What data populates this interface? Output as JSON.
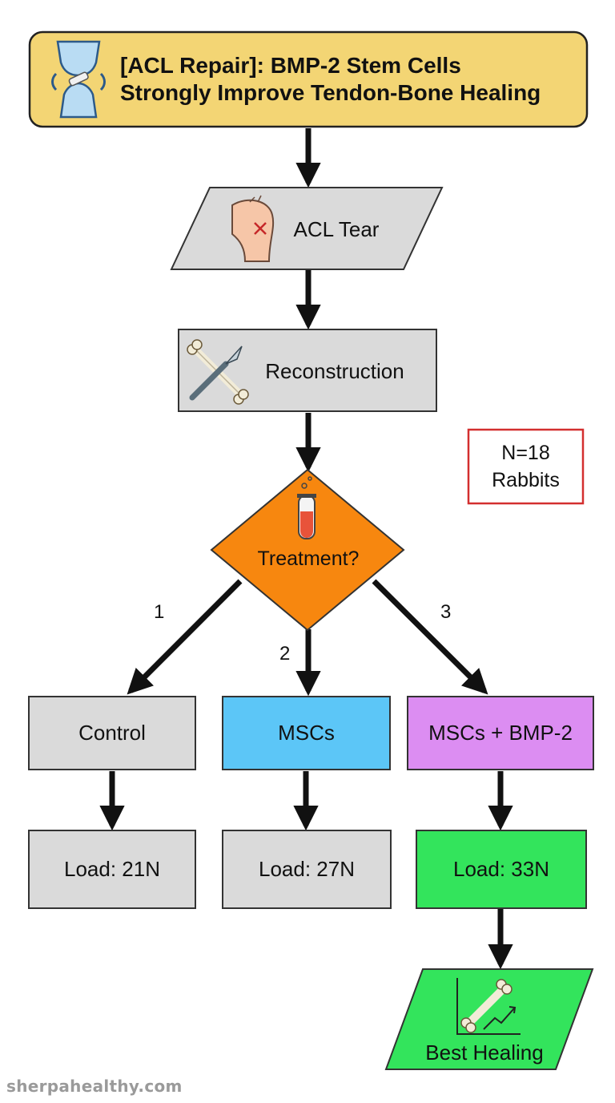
{
  "title": {
    "line1": "[ACL Repair]: BMP-2 Stem Cells",
    "line2": "Strongly Improve Tendon-Bone Healing"
  },
  "nodes": {
    "acl_tear": "ACL Tear",
    "reconstruction": "Reconstruction",
    "sample_size": {
      "line1": "N=18",
      "line2": "Rabbits"
    },
    "decision": "Treatment?",
    "control": "Control",
    "mscs": "MSCs",
    "mscs_bmp2": "MSCs + BMP-2",
    "load_control": "Load: 21N",
    "load_mscs": "Load: 27N",
    "load_mscs_bmp2": "Load: 33N",
    "outcome": "Best Healing"
  },
  "branch_labels": {
    "b1": "1",
    "b2": "2",
    "b3": "3"
  },
  "watermark": "sherpahealthy.com",
  "colors": {
    "title_bg": "#f3d574",
    "gray_box": "#dadada",
    "decision": "#f7870f",
    "mscs": "#5cc6f7",
    "mscs_bmp2": "#dc8df2",
    "green": "#33e45c",
    "sample_border": "#d32f2f"
  },
  "icons": [
    "knee-joint-icon",
    "injured-knee-icon",
    "scalpel-bone-icon",
    "test-tube-icon",
    "bone-growth-chart-icon"
  ]
}
